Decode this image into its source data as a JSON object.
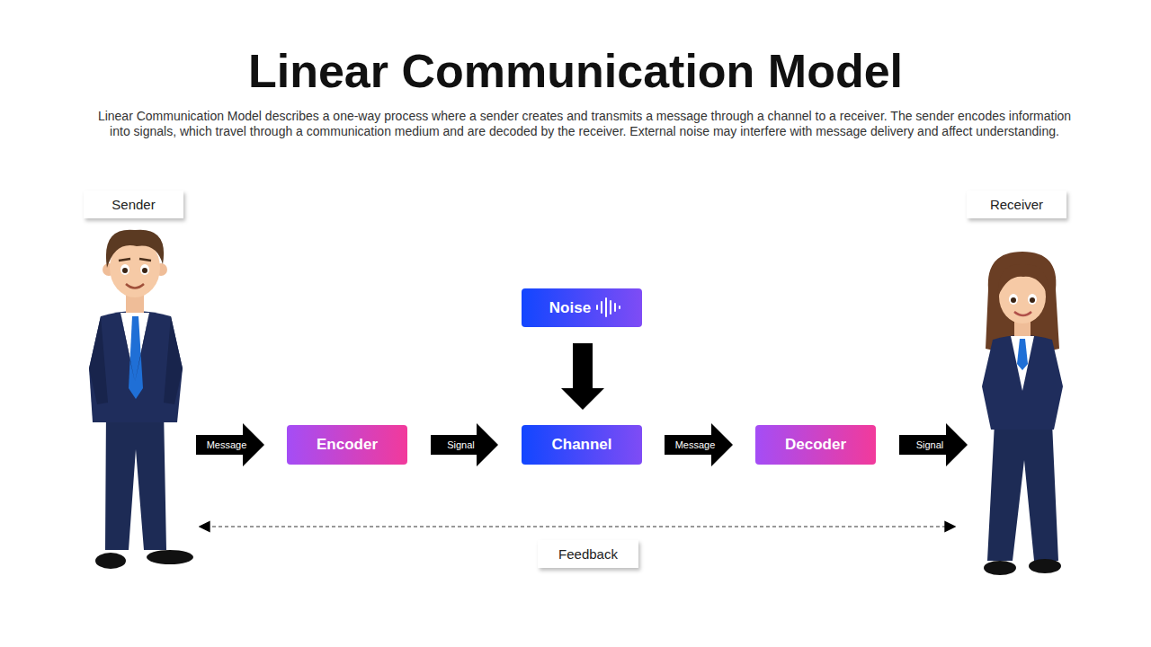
{
  "diagram": {
    "title": "Linear Communication Model",
    "caption": "Linear Communication Model describes a one-way process where a sender creates and transmits a message through a channel to a receiver. The sender encodes information into signals, which travel through a communication medium and are decoded by the receiver. External noise may interfere with message delivery and affect understanding.",
    "nodes": [
      {
        "text": [
          "Sender"
        ]
      },
      {
        "text": [
          "Receiver"
        ]
      },
      {
        "text": [
          "Noise"
        ]
      },
      {
        "text": [
          "Encoder"
        ]
      },
      {
        "text": [
          "Channel"
        ]
      },
      {
        "text": [
          "Decoder"
        ]
      }
    ],
    "edges": [
      {
        "from": 0,
        "to": 3,
        "label": "Message",
        "arrow": "to"
      },
      {
        "from": 3,
        "to": 4,
        "label": "Signal",
        "arrow": "to"
      },
      {
        "from": 2,
        "to": 4,
        "arrow": "to"
      },
      {
        "from": 4,
        "to": 5,
        "label": "Message",
        "arrow": "to"
      },
      {
        "from": 5,
        "to": 1,
        "label": "Signal",
        "arrow": "to"
      },
      {
        "from": 0,
        "to": 1,
        "label": "Feedback",
        "arrow": "both"
      }
    ]
  }
}
